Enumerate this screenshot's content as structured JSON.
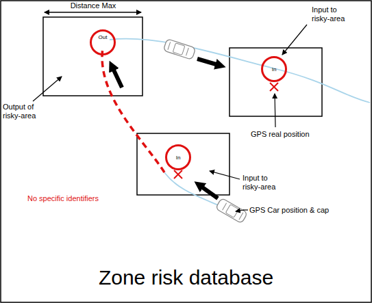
{
  "diagram": {
    "title": "Zone risk database",
    "nodes": [
      {
        "text": [
          "Out"
        ]
      },
      {
        "text": [
          "In"
        ]
      },
      {
        "text": [
          "In"
        ]
      }
    ],
    "labels": [
      "Distance Max",
      "Output of risky-area",
      "Input to risky-area",
      "GPS real position",
      "Input to risky-area",
      "No specific identifiers",
      "GPS Car position & cap"
    ]
  }
}
